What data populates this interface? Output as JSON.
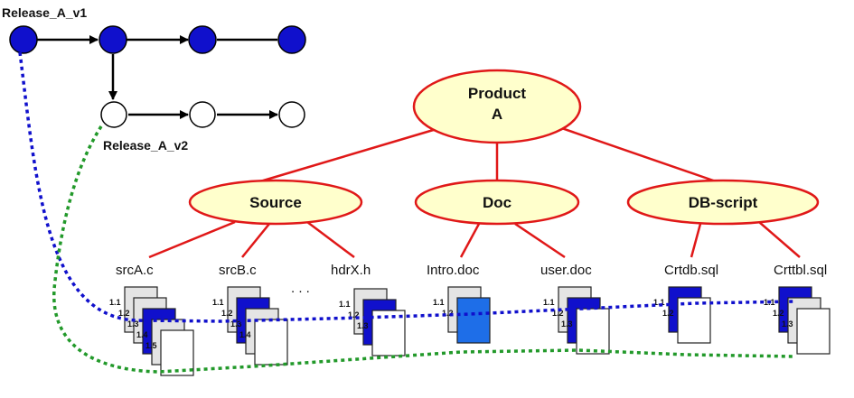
{
  "releases": {
    "v1_label": "Release_A_v1",
    "v2_label": "Release_A_v2"
  },
  "tree": {
    "root": "Product\nA",
    "children": [
      "Source",
      "Doc",
      "DB-script"
    ]
  },
  "files": [
    "srcA.c",
    "srcB.c",
    "hdrX.h",
    "Intro.doc",
    "user.doc",
    "Crtdb.sql",
    "Crttbl.sql"
  ],
  "ellipsis": ". . .",
  "stacks": [
    {
      "id": "srcA",
      "versions": [
        "1.1",
        "1.2",
        "1.3",
        "1.4",
        "1.5"
      ],
      "v1": 2,
      "v2": 4
    },
    {
      "id": "srcB",
      "versions": [
        "1.1",
        "1.2",
        "1.3",
        "1.4"
      ],
      "v1": 1,
      "v2": 3
    },
    {
      "id": "hdrX",
      "versions": [
        "1.1",
        "1.2",
        "1.3"
      ],
      "v1": 1,
      "v2": 2
    },
    {
      "id": "intro",
      "versions": [
        "1.1",
        "1.2"
      ],
      "v1": 1,
      "v2": 1,
      "v1_highlight": true
    },
    {
      "id": "user",
      "versions": [
        "1.1",
        "1.2",
        "1.3"
      ],
      "v1": 1,
      "v2": 2
    },
    {
      "id": "crtdb",
      "versions": [
        "1.1",
        "1.2"
      ],
      "v1": 0,
      "v2": 1
    },
    {
      "id": "crttbl",
      "versions": [
        "1.1",
        "1.2",
        "1.3"
      ],
      "v1": 0,
      "v2": 2
    }
  ],
  "colors": {
    "tree_fill": "#ffffcc",
    "tree_stroke": "#e01818",
    "v1_blue": "#1010cc",
    "v1_highlight": "#1e6ee8",
    "v2_green": "#22992a",
    "doc_gray": "#e4e4e4"
  }
}
